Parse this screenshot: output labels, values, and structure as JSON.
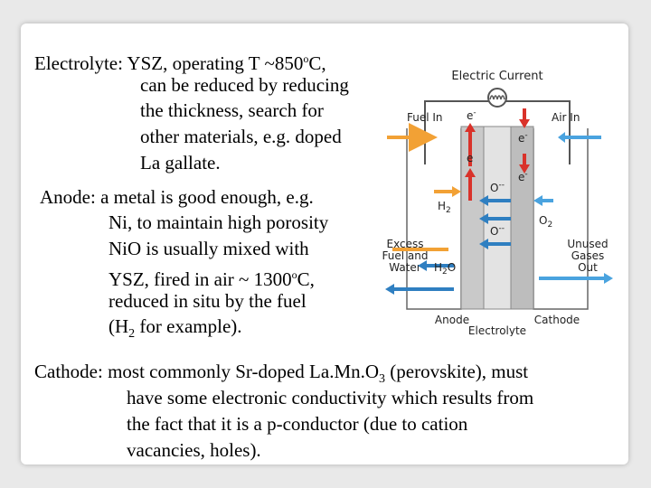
{
  "electrolyte": {
    "term": "Electrolyte",
    "lines": [
      ": YSZ, operating T ~850",
      "can be reduced by reducing",
      "the thickness, search for",
      "other materials, e.g. doped",
      "La gallate."
    ],
    "deg": "o",
    "unit": "C,"
  },
  "anode": {
    "term": "Anode",
    "lines": [
      ": a metal is good enough, e.g.",
      "Ni, to maintain high porosity",
      "NiO is usually mixed with",
      "YSZ, fired in air ~ 1300",
      "reduced in situ by the fuel",
      "(H",
      " for example)."
    ],
    "deg": "o",
    "unit": "C,",
    "sub": "2"
  },
  "cathode": {
    "term": "Cathode",
    "line1a": ": most commonly Sr-doped La.Mn.O",
    "line1sub": "3",
    "line1b": " (perovskite), must",
    "lines": [
      "have some electronic conductivity which results from",
      "the fact that it is a p-conductor (due to cation",
      "vacancies, holes)."
    ]
  },
  "diagram": {
    "title": "Electric Current",
    "fuel_in": "Fuel In",
    "air_in": "Air In",
    "e_minus": "e",
    "e_sup": "-",
    "e_plain": "e",
    "o_minus": "O",
    "h2": "H",
    "h2_sub": "2",
    "o2": "O",
    "o2_sub": "2",
    "excess_line1": "Excess",
    "excess_line2": "Fuel and",
    "excess_line3": "Water",
    "h2o_main": "H",
    "h2o_sub": "2",
    "h2o_end": "O",
    "unused_line1": "Unused",
    "unused_line2": "Gases",
    "unused_line3": "Out",
    "anode": "Anode",
    "cathode": "Cathode",
    "electrolyte": "Electrolyte",
    "colors": {
      "orange": "#f2a135",
      "red": "#d9322a",
      "blue": "#2f7fc1",
      "lightblue": "#4aa3df",
      "electrolyte": "#d8d8d8",
      "anode": "#c9c9c9",
      "cathode": "#bdbdbd"
    }
  }
}
